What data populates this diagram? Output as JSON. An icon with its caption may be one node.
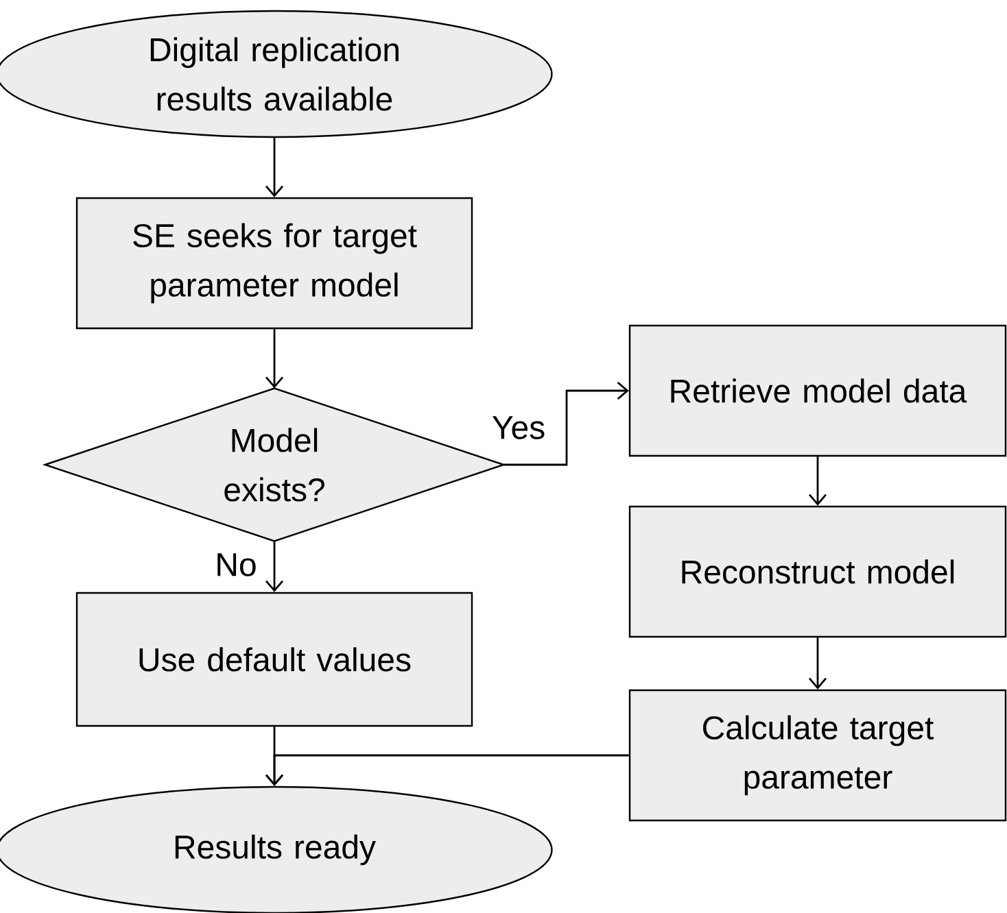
{
  "diagram": {
    "nodes": [
      {
        "text": [
          "Digital replication results available"
        ]
      },
      {
        "text": [
          "SE seeks for target parameter model"
        ]
      },
      {
        "text": [
          "Model exists?"
        ]
      },
      {
        "text": [
          "Use default values"
        ]
      },
      {
        "text": [
          "Results ready"
        ]
      },
      {
        "text": [
          "Retrieve model data"
        ]
      },
      {
        "text": [
          "Reconstruct model"
        ]
      },
      {
        "text": [
          "Calculate target parameter"
        ]
      }
    ],
    "edges": [
      {
        "from": 0,
        "to": 1,
        "arrow": "to"
      },
      {
        "from": 1,
        "to": 2,
        "arrow": "to"
      },
      {
        "from": 2,
        "to": 3,
        "arrow": "to",
        "label": "No"
      },
      {
        "from": 2,
        "to": 5,
        "arrow": "to",
        "label": "Yes"
      },
      {
        "from": 5,
        "to": 6,
        "arrow": "to"
      },
      {
        "from": 6,
        "to": 7,
        "arrow": "to"
      },
      {
        "from": 3,
        "to": 4,
        "arrow": "to"
      },
      {
        "from": 7,
        "to": 4,
        "arrow": "to"
      }
    ]
  }
}
